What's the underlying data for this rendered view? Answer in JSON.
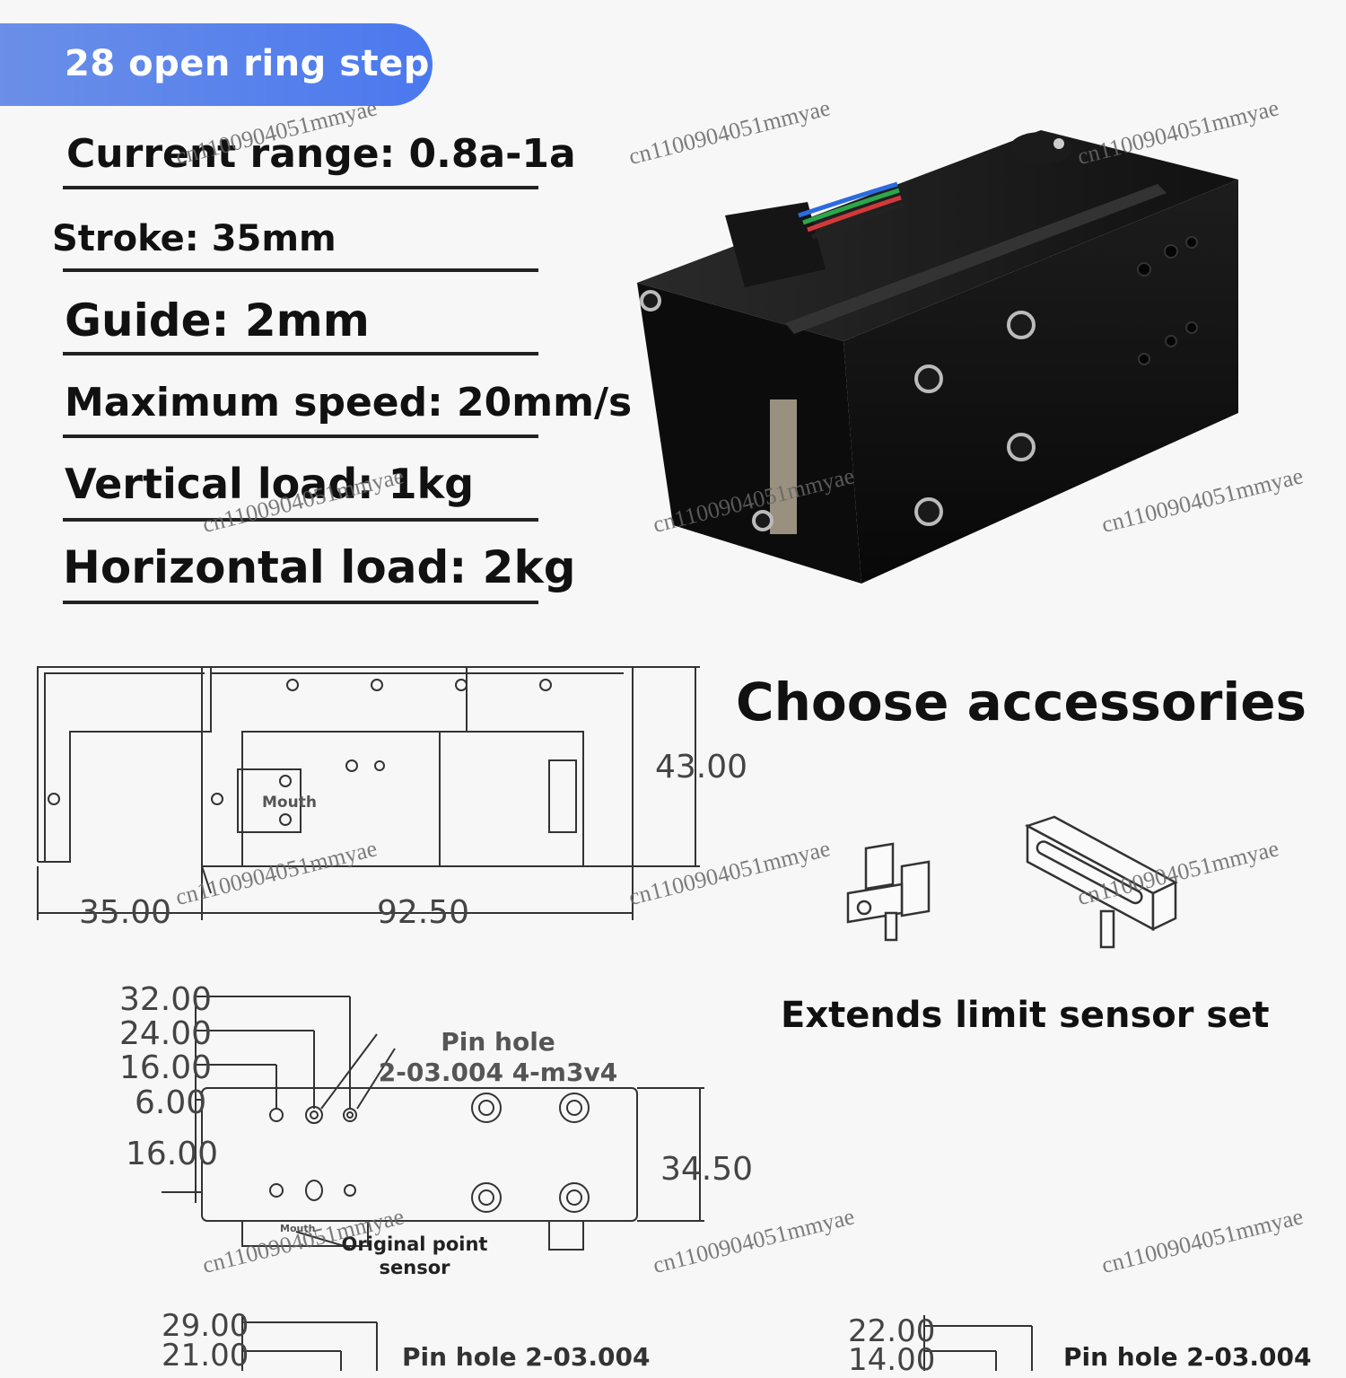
{
  "title": "28 open ring step",
  "specs": [
    "Current range: 0.8a-1a",
    "Stroke: 35mm",
    "Guide: 2mm",
    "Maximum speed: 20mm/s",
    "Vertical load: 1kg",
    "Horizontal load: 2kg"
  ],
  "accessories": {
    "heading": "Choose accessories",
    "caption": "Extends limit sensor set"
  },
  "side_drawing": {
    "dim_height": "43.00",
    "dim_left": "35.00",
    "dim_length": "92.50",
    "label_mouth": "Mouth"
  },
  "top_drawing": {
    "dims_y": [
      "32.00",
      "24.00",
      "16.00",
      "6.00",
      "16.00"
    ],
    "dim_height": "34.50",
    "pin_hole_title": "Pin hole",
    "pin_hole_spec": "2-03.004 4-m3v4",
    "sensor_label_1": "Original point",
    "sensor_label_2": "sensor",
    "label_mouth": "Mouth"
  },
  "bottom_left": {
    "dims": [
      "29.00",
      "21.00"
    ],
    "pin_hole": "Pin hole 2-03.004"
  },
  "bottom_right": {
    "dims": [
      "22.00",
      "14.00"
    ],
    "pin_hole": "Pin hole 2-03.004"
  },
  "watermark": "cn1100904051mmyae"
}
